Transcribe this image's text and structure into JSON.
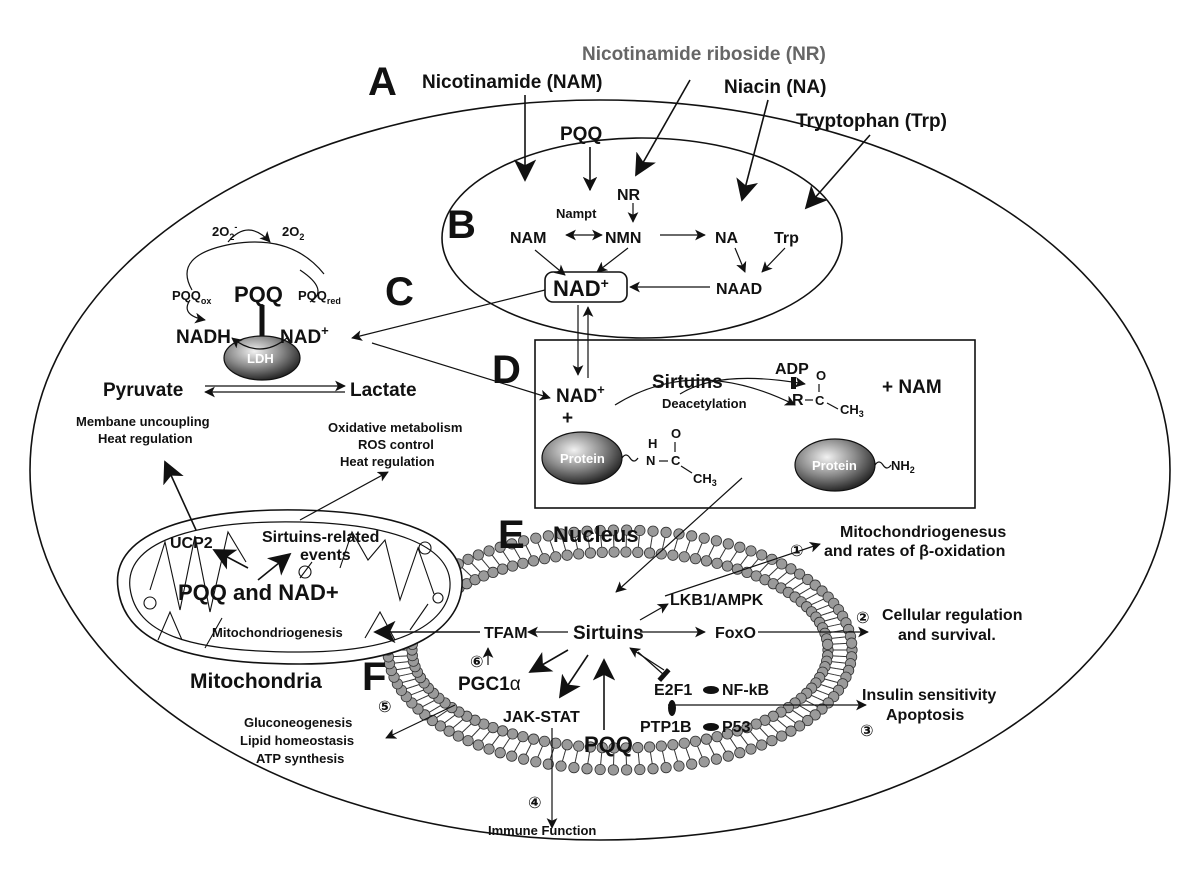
{
  "panels": {
    "a": "A",
    "b": "B",
    "c": "C",
    "d": "D",
    "e": "E",
    "f": "F"
  },
  "sources": {
    "nam": "Nicotinamide (NAM)",
    "nr": "Nicotinamide riboside (NR)",
    "na": "Niacin (NA)",
    "trp": "Tryptophan (Trp)"
  },
  "salvage": {
    "pqq": "PQQ",
    "nr": "NR",
    "nampt": "Nampt",
    "nam": "NAM",
    "nmn": "NMN",
    "na": "NA",
    "trp": "Trp",
    "nad": "NAD",
    "naad": "NAAD"
  },
  "redox": {
    "o2_left": "2O",
    "o2_right": "2O",
    "pqq_ox": "PQQ",
    "pqq_ox_sub": "ox",
    "pqq": "PQQ",
    "pqq_red": "PQQ",
    "pqq_red_sub": "red",
    "nadh": "NADH",
    "nad": "NAD",
    "ldh": "LDH",
    "pyruvate": "Pyruvate",
    "lactate": "Lactate"
  },
  "sirtuin_box": {
    "title": "Sirtuins",
    "nad": "NAD",
    "plus": "+",
    "deacetylation": "Deacetylation",
    "adp": "ADP",
    "r": "R",
    "nam": "+ NAM",
    "protein_left": "Protein",
    "protein_right": "Protein",
    "nh2": "NH",
    "acetyl_h": "H",
    "acetyl_n": "N",
    "acetyl_c": "C",
    "acetyl_o": "O",
    "acetyl_ch3": "CH",
    "adpr_c": "C",
    "adpr_o": "O",
    "adpr_ch3": "CH"
  },
  "mito": {
    "membrane_uncoupling": "Membane uncoupling",
    "heat_regulation_left": "Heat regulation",
    "oxidative": "Oxidative metabolism",
    "ros": "ROS control",
    "heat_regulation_right": "Heat regulation",
    "ucp2": "UCP2",
    "sirt_events_1": "Sirtuins-related",
    "sirt_events_2": "events",
    "pqq_nad": "PQQ and NAD+",
    "mitochondriogenesis": "Mitochondriogenesis",
    "mitochondria": "Mitochondria"
  },
  "nucleus": {
    "title": "Nucleus",
    "lkb1": "LKB1/AMPK",
    "sirtuins": "Sirtuins",
    "tfam": "TFAM",
    "foxo": "FoxO",
    "pgc1": "PGC1",
    "alpha": "α",
    "e2f1": "E2F1",
    "nfkb": "NF-kB",
    "jakstat": "JAK-STAT",
    "ptp1b": "PTP1B",
    "p53": "P53",
    "pqq": "PQQ"
  },
  "outcomes": {
    "n1": "①",
    "n2": "②",
    "n3": "③",
    "n4": "④",
    "n5": "⑤",
    "n6": "⑥",
    "o1_line1": "Mitochondriogenesus",
    "o1_line2": "and rates of β-oxidation",
    "o2_line1": "Cellular regulation",
    "o2_line2": "and survival.",
    "o3_line1": "Insulin sensitivity",
    "o3_line2": "Apoptosis",
    "o4": "Immune Function",
    "o5_line1": "Gluconeogenesis",
    "o5_line2": "Lipid homeostasis",
    "o5_line3": "ATP synthesis"
  },
  "colors": {
    "ink": "#111111",
    "nr_label": "#666666",
    "membrane_head": "#9a9a9a"
  }
}
